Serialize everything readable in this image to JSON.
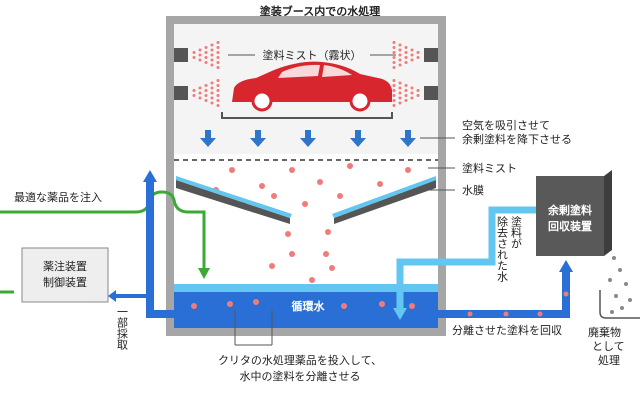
{
  "title": "塗装ブース内での水処理",
  "colors": {
    "booth_frame": "#a6a6a6",
    "dark_gray": "#555555",
    "light_gray": "#eeeeee",
    "blue_pipe": "#2a6fd6",
    "light_blue": "#62c6f0",
    "green_line": "#3aaa35",
    "red_dot": "#f07b7b",
    "car_red": "#d8262e"
  },
  "labels": {
    "mist_top": "塗料ミスト（霧状）",
    "air_line1": "空気を吸引させて",
    "air_line2": "余剰塗料を降下させる",
    "mist_right": "塗料ミスト",
    "water_film": "水膜",
    "optimal_chem": "最適な薬品を注入",
    "controller_line1": "薬注装置",
    "controller_line2": "制御装置",
    "partial_sample": "一部採取",
    "circulation": "循環水",
    "recovery_line1": "余剰塗料",
    "recovery_line2": "回収装置",
    "removed_1": "塗料が",
    "removed_2": "除去された水",
    "separated": "分離させた塗料を回収",
    "bottom_line1": "クリタの水処理薬品を投入して、",
    "bottom_line2": "水中の塗料を分離させる",
    "waste_1": "廃棄物",
    "waste_2": "として",
    "waste_3": "処理"
  }
}
